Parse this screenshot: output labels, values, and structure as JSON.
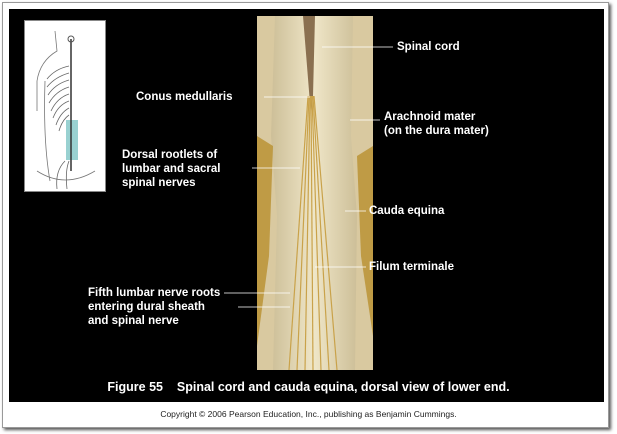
{
  "labels": {
    "spinal_cord": "Spinal cord",
    "conus": "Conus medullaris",
    "arachnoid_1": "Arachnoid mater",
    "arachnoid_2": "(on the dura mater)",
    "dorsal_1": "Dorsal rootlets of",
    "dorsal_2": "lumbar and sacral",
    "dorsal_3": "spinal nerves",
    "cauda": "Cauda equina",
    "filum": "Filum terminale",
    "fifth_1": "Fifth lumbar nerve roots",
    "fifth_2": "entering dural sheath",
    "fifth_3": "and spinal nerve"
  },
  "caption": "Figure 55    Spinal cord and cauda equina, dorsal view of lower end.",
  "copyright": "Copyright © 2006 Pearson Education, Inc., publishing as Benjamin Cummings.",
  "colors": {
    "highlight": "#7fc6c6",
    "tissue": "#e8dcb8",
    "nerve": "#c9a24a"
  }
}
